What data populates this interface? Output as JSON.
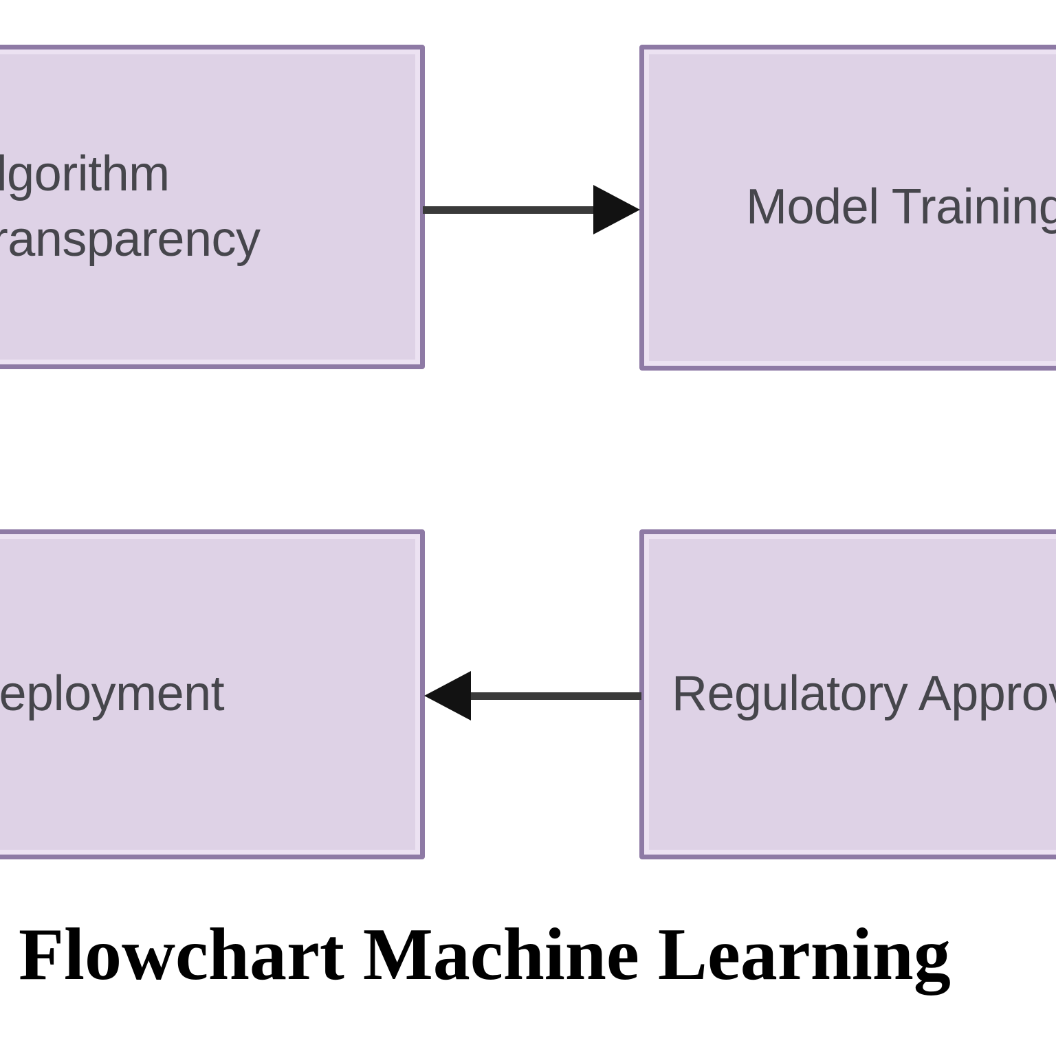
{
  "figure": {
    "caption": "Flowchart Machine Learning",
    "background_color": "#ffffff",
    "node_fill_color": "#ded2e6",
    "node_border_color": "#8e7aa5",
    "node_inner_highlight_color": "#ece2f2",
    "node_text_color": "#46464c",
    "connector_color": "#121212",
    "caption_color": "#000000"
  },
  "diagram": {
    "type": "flowchart",
    "nodes": [
      {
        "id": "algorithm-transparency",
        "label": "Algorithm\nTransparency",
        "label_line_1": "Algorithm",
        "label_line_2": "Transparency",
        "position": "top-left",
        "clipped_edge": "left"
      },
      {
        "id": "model-training",
        "label": "Model Training",
        "position": "top-right",
        "clipped_edge": "right"
      },
      {
        "id": "deployment",
        "label": "Deployment",
        "position": "bottom-left",
        "clipped_edge": "left"
      },
      {
        "id": "regulatory-approval",
        "label": "Regulatory Approval",
        "position": "bottom-right",
        "clipped_edge": "right"
      }
    ],
    "connectors": [
      {
        "id": "transparency-to-training",
        "from": "algorithm-transparency",
        "to": "model-training",
        "direction": "right"
      },
      {
        "id": "approval-to-deployment",
        "from": "regulatory-approval",
        "to": "deployment",
        "direction": "left"
      }
    ]
  }
}
